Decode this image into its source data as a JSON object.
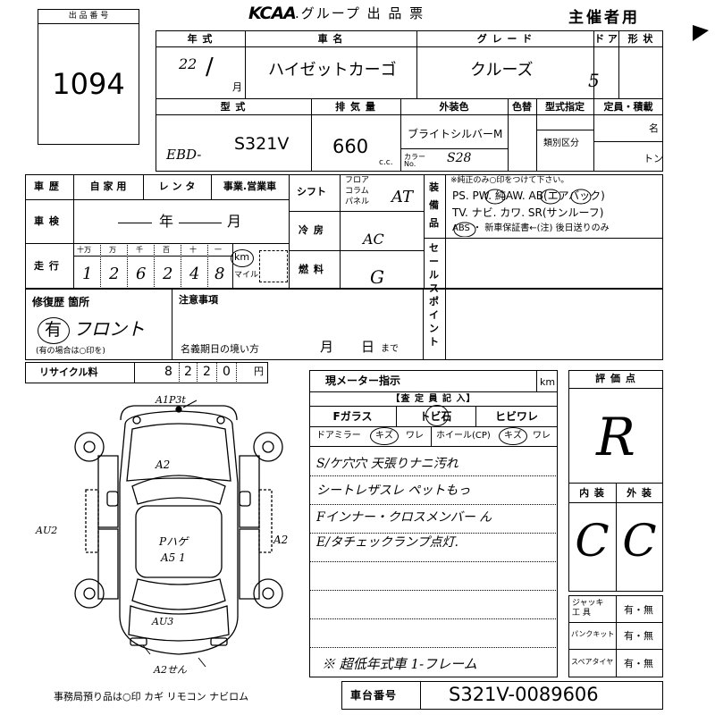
{
  "header": {
    "lot_label": "出 品 番 号",
    "lot_number": "1094",
    "brand": "KCAA",
    "group_title": ".グループ 出 品 票",
    "organizer": "主催者用"
  },
  "vehicle": {
    "year_label": "年 式",
    "year_value": "22",
    "year_slash": "/",
    "month_suffix": "月",
    "car_name_label": "車 名",
    "car_name": "ハイゼットカーゴ",
    "grade_label": "グ レ ー ド",
    "grade": "クルーズ",
    "doors_label": "ド ア",
    "doors": "5",
    "shape_label": "形 状",
    "model_label": "型 式",
    "model_prefix": "EBD-",
    "model": "S321V",
    "displacement_label": "排 気 量",
    "displacement": "660",
    "cc_unit": "c.c.",
    "exterior_label": "外装色",
    "exterior_color": "ブライトシルバーM",
    "color_no_label": "カラー No.",
    "color_no": "S28",
    "color_change_label": "色替",
    "model_designation_label": "型式指定",
    "class_label": "類別区分",
    "capacity_label": "定員・積載",
    "capacity_unit_people": "名",
    "capacity_unit_ton": "トン"
  },
  "history": {
    "history_label": "車 歴",
    "private": "自 家 用",
    "rental": "レ ン タ",
    "business": "事業.営業車",
    "inspection_label": "車 検",
    "inspection_year": "年",
    "inspection_month": "月",
    "mileage_label": "走 行",
    "digit_labels": [
      "十万",
      "万",
      "千",
      "百",
      "十",
      "一"
    ],
    "mileage_digits": [
      "1",
      "2",
      "6",
      "2",
      "4",
      "8"
    ],
    "km_unit": "km",
    "mile_unit": "マイル"
  },
  "specs": {
    "shift_label": "シフト",
    "shift_options": [
      "フロア",
      "コラム",
      "パネル"
    ],
    "shift_value": "AT",
    "ac_label": "冷 房",
    "ac_value": "AC",
    "fuel_label": "燃 料",
    "fuel_value": "G",
    "equipment_label": "装備品",
    "equipment_note": "※純正のみ○印をつけて下さい。",
    "equipment_line1": "PS. PW. 純AW. AB(エアバック)",
    "equipment_line2": "TV. ナビ. カワ. SR(サンルーフ)",
    "equipment_line3": "ABS ・ 新車保証書←(注) 後日送りのみ",
    "sales_point_label": "セールスポイント"
  },
  "repair": {
    "repair_label": "修復歴 箇所",
    "repair_value": "有",
    "repair_detail": "フロント",
    "repair_note": "(有の場合は○印を)",
    "notes_label": "注意事項",
    "expiry_label": "名義期日の境い方",
    "expiry_month": "月",
    "expiry_day": "日",
    "expiry_suffix": "まで"
  },
  "recycle": {
    "label": "リサイクル料",
    "digits": [
      "8",
      "2",
      "2",
      "0"
    ],
    "unit": "円"
  },
  "diagram": {
    "mark_top": "A1P3t",
    "mark_hood": "A2",
    "mark_left": "AU2",
    "mark_roof1": "Pハゲ",
    "mark_roof2": "A5 1",
    "mark_right": "A2",
    "mark_rear": "AU3",
    "mark_bottom": "A2せん"
  },
  "inspection": {
    "meter_label": "現メーター指示",
    "meter_unit": "km",
    "inspector_label": "【査 定 員 記 入】",
    "glass_label": "Fガラス",
    "chip_label": "トビ石",
    "crack_label": "ヒビワレ",
    "mirror_label": "ドアミラー",
    "mirror_scratch": "キズ",
    "mirror_crack": "ワレ",
    "wheel_label": "ホイール(CP)",
    "wheel_scratch": "キズ",
    "wheel_crack": "ワレ",
    "comments": [
      "S/ケ穴穴 天張りナニ汚れ",
      "シートレザスレ ペットもっ",
      "Fインナー・クロスメンバー ん",
      "E/タチェックランプ点灯.",
      "※ 超低年式車 1-フレーム"
    ]
  },
  "evaluation": {
    "score_label": "評 価 点",
    "score": "R",
    "interior_label": "内 装",
    "exterior_label": "外 装",
    "interior": "C",
    "exterior": "C",
    "jack_label": "ジャッキ 工 具",
    "jack_value": "有・無",
    "puncture_label": "パンクキット",
    "puncture_value": "有・無",
    "spare_label": "スペアタイヤ",
    "spare_value": "有・無"
  },
  "footer": {
    "office_items": "事務局預り品は○印 カギ リモコン ナビロム",
    "chassis_label": "車台番号",
    "chassis_number": "S321V-0089606"
  }
}
